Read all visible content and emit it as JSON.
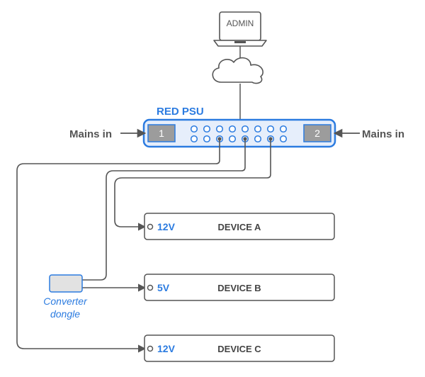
{
  "admin": {
    "label": "ADMIN"
  },
  "psu": {
    "title": "RED PSU",
    "input_left": "1",
    "input_right": "2",
    "outlet_rows": 2,
    "outlet_cols": 8
  },
  "mains": {
    "left": "Mains in",
    "right": "Mains in"
  },
  "devices": [
    {
      "name": "DEVICE A",
      "voltage": "12V"
    },
    {
      "name": "DEVICE B",
      "voltage": "5V"
    },
    {
      "name": "DEVICE C",
      "voltage": "12V"
    }
  ],
  "dongle": {
    "line1": "Converter",
    "line2": "dongle"
  },
  "colors": {
    "accent": "#2b7be0",
    "line": "#555555",
    "psu_fill": "#e6eefb",
    "port_fill": "#9c9c9c",
    "dongle_fill": "#e2e2e2"
  }
}
